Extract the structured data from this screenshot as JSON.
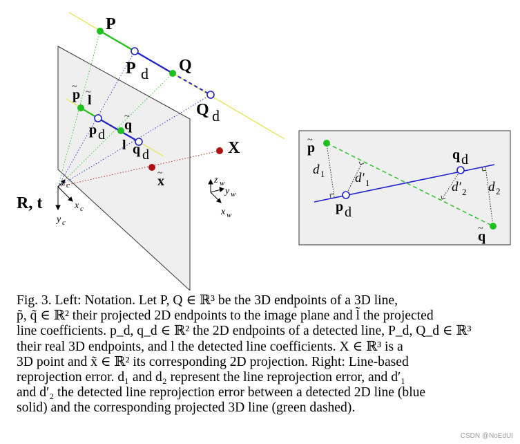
{
  "figure": {
    "left": {
      "P": "P",
      "Pd": "P",
      "Pd_sub": "d",
      "Q": "Q",
      "Qd": "Q",
      "Qd_sub": "d",
      "p_tilde": "p",
      "l_tilde": "l",
      "pd": "p",
      "pd_sub": "d",
      "q_tilde": "q",
      "l": "l",
      "qd": "q",
      "qd_sub": "d",
      "X": "X",
      "x_tilde": "x",
      "Rt": "R, t",
      "camera_axes": {
        "z": "z",
        "z_sub": "c",
        "x": "x",
        "x_sub": "c",
        "y": "y",
        "y_sub": "c"
      },
      "world_axes": {
        "z": "z",
        "z_sub": "w",
        "y": "y",
        "y_sub": "w",
        "x": "x",
        "x_sub": "w"
      }
    },
    "right": {
      "p_tilde": "p",
      "pd": "p",
      "pd_sub": "d",
      "qd": "q",
      "qd_sub": "d",
      "q_tilde": "q",
      "d1": "d",
      "d1_sub": "1",
      "d1p": "d′",
      "d1p_sub": "1",
      "d2p": "d′",
      "d2p_sub": "2",
      "d2": "d",
      "d2_sub": "2"
    },
    "colors": {
      "green": "#1fc01f",
      "blue": "#1f1fcc",
      "red": "#b01010",
      "yellow": "#e6e64a",
      "plane": "#efefef"
    }
  },
  "caption": {
    "lines": [
      "Fig. 3.    Left: Notation. Let P, Q ∈ ℝ³ be the 3D endpoints of a 3D line,",
      "p̃, q̃ ∈ ℝ² their projected 2D endpoints to the image plane and l̃ the projected",
      "line coefficients. p_d, q_d ∈ ℝ² the 2D endpoints of a detected line, P_d, Q_d ∈ ℝ³",
      "their real 3D endpoints, and l the detected line coefficients. X ∈ ℝ³ is a",
      "3D point and x̃ ∈ ℝ² its corresponding 2D projection. Right: Line-based",
      "reprojection error. d₁ and d₂ represent the line reprojection error, and d′₁",
      "and d′₂ the detected line reprojection error between a detected 2D line (blue",
      "solid) and the corresponding projected 3D line (green dashed)."
    ]
  },
  "watermark": "CSDN @NoEdUI"
}
